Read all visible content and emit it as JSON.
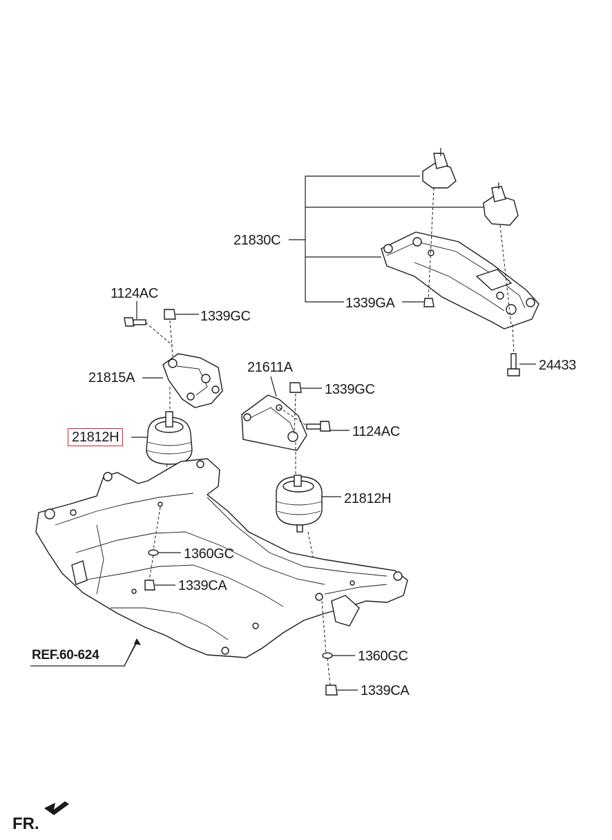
{
  "diagram": {
    "callouts": [
      {
        "id": "c21830C",
        "text": "21830C"
      },
      {
        "id": "c1339GA",
        "text": "1339GA"
      },
      {
        "id": "c24433",
        "text": "24433"
      },
      {
        "id": "c1124AC_a",
        "text": "1124AC"
      },
      {
        "id": "c1339GC_a",
        "text": "1339GC"
      },
      {
        "id": "c21815A",
        "text": "21815A"
      },
      {
        "id": "c21812H_a",
        "text": "21812H"
      },
      {
        "id": "c21611A",
        "text": "21611A"
      },
      {
        "id": "c1339GC_b",
        "text": "1339GC"
      },
      {
        "id": "c1124AC_b",
        "text": "1124AC"
      },
      {
        "id": "c21812H_b",
        "text": "21812H"
      },
      {
        "id": "c1360GC_a",
        "text": "1360GC"
      },
      {
        "id": "c1339CA_a",
        "text": "1339CA"
      },
      {
        "id": "c1360GC_b",
        "text": "1360GC"
      },
      {
        "id": "c1339CA_b",
        "text": "1339CA"
      },
      {
        "id": "ref",
        "text": "REF.60-624"
      },
      {
        "id": "fr",
        "text": "FR."
      }
    ],
    "highlight_color": "#d4202a",
    "line_color": "#1a1a1a"
  }
}
